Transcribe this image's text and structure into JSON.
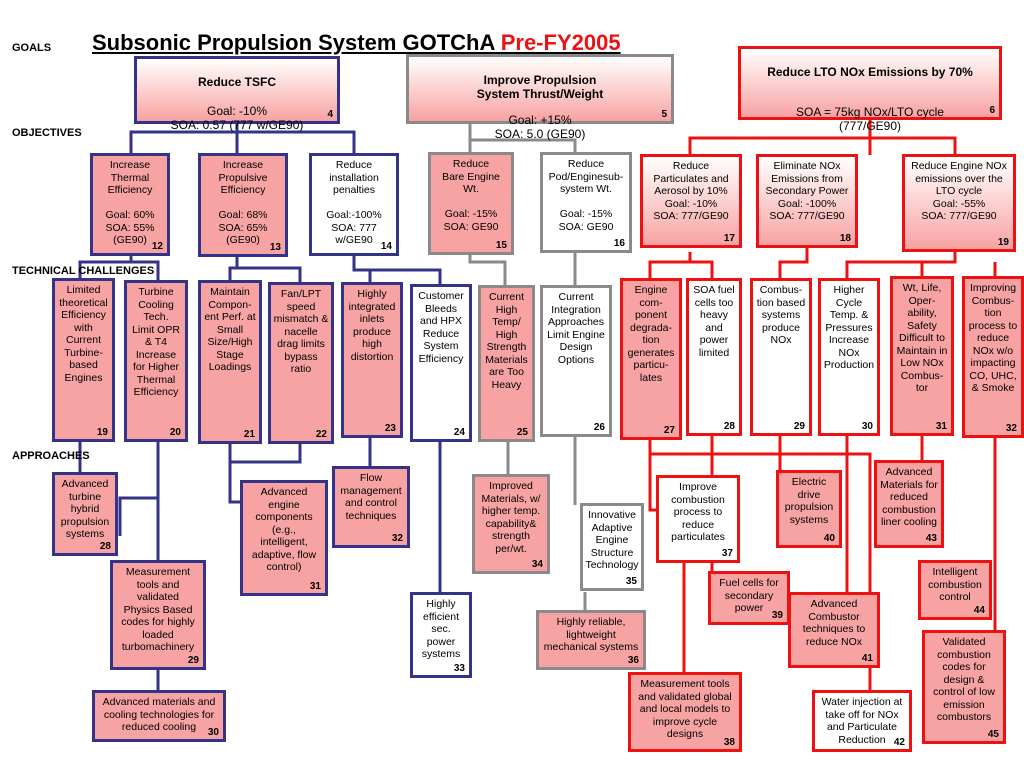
{
  "title": {
    "main": "Subsonic Propulsion System GOTChA",
    "suffix": "Pre-FY2005"
  },
  "row_labels": {
    "goals": "GOALS",
    "objectives": "OBJECTIVES",
    "technical_challenges": "TECHNICAL CHALLENGES",
    "approaches": "APPROACHES"
  },
  "colors": {
    "navy": "#33338a",
    "gray": "#8a8a8a",
    "red": "#ee1111",
    "pink_fill": "#f7a3a3"
  },
  "goals": [
    {
      "id": "4",
      "title": "Reduce TSFC",
      "body": "Goal: -10%\nSOA:  0.57 (777 w/GE90)",
      "num": "4"
    },
    {
      "id": "5",
      "title": "Improve Propulsion\nSystem Thrust/Weight",
      "body": "Goal: +15%\nSOA:  5.0  (GE90)",
      "num": "5"
    },
    {
      "id": "6",
      "title": "Reduce LTO NOx Emissions by 70%",
      "body": "\nSOA = 75kg NOx/LTO cycle\n(777/GE90)",
      "num": "6"
    }
  ],
  "objectives": [
    {
      "id": "12",
      "text": "Increase\nThermal\nEfficiency\n\nGoal: 60%\nSOA: 55%\n(GE90)",
      "num": "12"
    },
    {
      "id": "13",
      "text": "Increase\nPropulsive\nEfficiency\n\nGoal: 68%\nSOA: 65%\n(GE90)",
      "num": "13"
    },
    {
      "id": "14",
      "text": "Reduce\ninstallation\npenalties\n\nGoal:-100%\nSOA: 777\nw/GE90",
      "num": "14"
    },
    {
      "id": "15",
      "text": "Reduce\nBare Engine\nWt.\n\nGoal:   -15%\nSOA: GE90",
      "num": "15"
    },
    {
      "id": "16",
      "text": "Reduce\nPod/Enginesub-\nsystem Wt.\n\nGoal:   -15%\nSOA: GE90",
      "num": "16"
    },
    {
      "id": "17",
      "text": "Reduce\nParticulates and\nAerosol by 10%\nGoal: -10%\nSOA: 777/GE90",
      "num": "17"
    },
    {
      "id": "18",
      "text": "Eliminate NOx\nEmissions from\nSecondary Power\nGoal: -100%\nSOA: 777/GE90",
      "num": "18"
    },
    {
      "id": "19",
      "text": "Reduce Engine NOx\nemissions over the\nLTO cycle\nGoal:  -55%\nSOA: 777/GE90",
      "num": "19"
    }
  ],
  "challenges": [
    {
      "id": "19b",
      "text": "Limited\ntheoretical\nEfficiency\nwith\nCurrent\nTurbine-\nbased\nEngines",
      "num": "19"
    },
    {
      "id": "20",
      "text": "Turbine\nCooling\nTech.\nLimit OPR\n& T4\nIncrease\nfor Higher\nThermal\nEfficiency",
      "num": "20"
    },
    {
      "id": "21",
      "text": "Maintain\nCompon-\nent Perf. at\nSmall\nSize/High\nStage\nLoadings",
      "num": "21"
    },
    {
      "id": "22",
      "text": "Fan/LPT\nspeed\nmismatch &\nnacelle\ndrag limits\nbypass\nratio",
      "num": "22"
    },
    {
      "id": "23",
      "text": "Highly\nintegrated\ninlets\nproduce\nhigh\ndistortion",
      "num": "23"
    },
    {
      "id": "24",
      "text": "Customer\nBleeds\nand HPX\nReduce\nSystem\nEfficiency",
      "num": "24"
    },
    {
      "id": "25",
      "text": "Current\nHigh\nTemp/\nHigh\nStrength\nMaterials\nare Too\nHeavy",
      "num": "25"
    },
    {
      "id": "26",
      "text": "Current\nIntegration\nApproaches\nLimit Engine\nDesign\nOptions",
      "num": "26"
    },
    {
      "id": "27",
      "text": "Engine\ncom-\nponent\ndegrada-\ntion\ngenerates\nparticu-\nlates",
      "num": "27"
    },
    {
      "id": "28",
      "text": "SOA fuel\ncells too\nheavy\nand\npower\nlimited",
      "num": "28"
    },
    {
      "id": "29",
      "text": "Combus-\ntion based\nsystems\nproduce\nNOx",
      "num": "29"
    },
    {
      "id": "30",
      "text": "Higher\nCycle\nTemp. &\nPressures\nIncrease\nNOx\nProduction",
      "num": "30"
    },
    {
      "id": "31",
      "text": "Wt, Life,\nOper-\nability,\nSafety\nDifficult to\nMaintain in\nLow NOx\nCombus-\ntor",
      "num": "31"
    },
    {
      "id": "32",
      "text": "Improving\nCombus-\ntion\nprocess to\nreduce\nNOx w/o\nimpacting\nCO, UHC,\n& Smoke",
      "num": "32"
    }
  ],
  "approaches": [
    {
      "id": "a28",
      "text": "Advanced\nturbine\nhybrid\npropulsion\nsystems",
      "num": "28"
    },
    {
      "id": "a29",
      "text": "Measurement\ntools and\nvalidated\nPhysics Based\ncodes for highly\nloaded\nturbomachinery",
      "num": "29"
    },
    {
      "id": "a30",
      "text": "Advanced materials and\ncooling technologies for\nreduced cooling",
      "num": "30"
    },
    {
      "id": "a31",
      "text": "Advanced\nengine\ncomponents\n(e.g.,\nintelligent,\nadaptive, flow\ncontrol)",
      "num": "31"
    },
    {
      "id": "a32",
      "text": "Flow\nmanagement\nand control\ntechniques",
      "num": "32"
    },
    {
      "id": "a33",
      "text": "Highly\nefficient\nsec.\npower\nsystems",
      "num": "33"
    },
    {
      "id": "a34",
      "text": "Improved\nMaterials, w/\nhigher temp.\ncapability&\nstrength\nper/wt.",
      "num": "34"
    },
    {
      "id": "a35",
      "text": "Innovative\nAdaptive\nEngine\nStructure\nTechnology",
      "num": "35"
    },
    {
      "id": "a36",
      "text": "Highly reliable,\nlightweight\nmechanical systems",
      "num": "36"
    },
    {
      "id": "a37",
      "text": "Improve\ncombustion\nprocess to\nreduce\nparticulates",
      "num": "37"
    },
    {
      "id": "a38",
      "text": "Measurement tools\nand validated global\nand local models to\nimprove cycle\ndesigns",
      "num": "38"
    },
    {
      "id": "a39",
      "text": "Fuel cells for\nsecondary\npower",
      "num": "39"
    },
    {
      "id": "a40",
      "text": "Electric\ndrive\npropulsion\nsystems",
      "num": "40"
    },
    {
      "id": "a41",
      "text": "Advanced\nCombustor\ntechniques to\nreduce NOx",
      "num": "41"
    },
    {
      "id": "a42",
      "text": "Water injection at\ntake off for NOx\nand Particulate\nReduction",
      "num": "42"
    },
    {
      "id": "a43",
      "text": "Advanced\nMaterials for\nreduced\ncombustion\nliner cooling",
      "num": "43"
    },
    {
      "id": "a44",
      "text": "Intelligent\ncombustion\ncontrol",
      "num": "44"
    },
    {
      "id": "a45",
      "text": "Validated\ncombustion\ncodes for\ndesign &\ncontrol of low\nemission\ncombustors",
      "num": "45"
    }
  ]
}
